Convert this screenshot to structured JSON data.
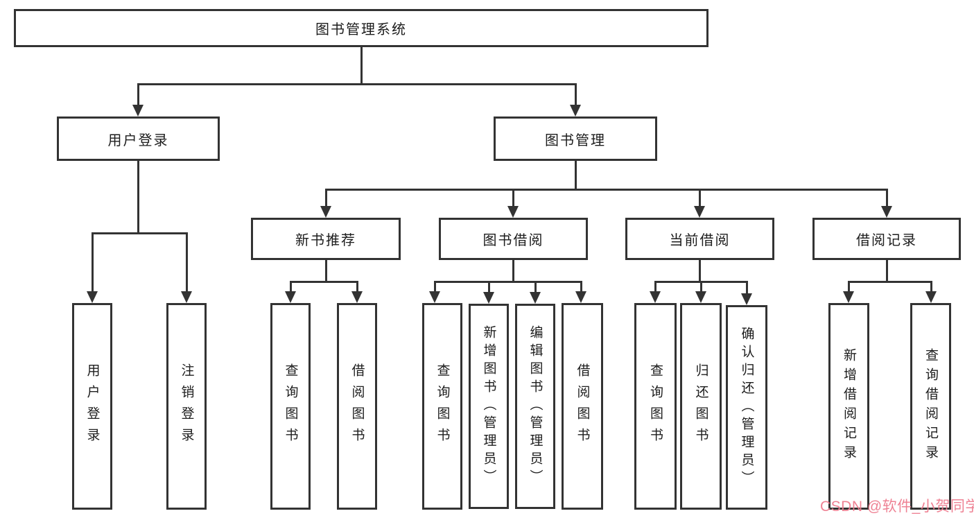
{
  "colors": {
    "line": "#333333",
    "text": "#1c1c1c",
    "watermark": "#ee7b8e",
    "background": "#ffffff"
  },
  "watermark": {
    "text": "CSDN @软件_小贺同学"
  },
  "tree": {
    "root": {
      "label": "图书管理系统"
    },
    "branches": [
      {
        "label": "用户登录",
        "children": [
          {
            "label": "用户登录"
          },
          {
            "label": "注销登录"
          }
        ]
      },
      {
        "label": "图书管理",
        "children": [
          {
            "label": "新书推荐",
            "children": [
              {
                "label": "查询图书"
              },
              {
                "label": "借阅图书"
              }
            ]
          },
          {
            "label": "图书借阅",
            "children": [
              {
                "label": "查询图书"
              },
              {
                "label": "新增图书（管理员）"
              },
              {
                "label": "编辑图书（管理员）"
              },
              {
                "label": "借阅图书"
              }
            ]
          },
          {
            "label": "当前借阅",
            "children": [
              {
                "label": "查询图书"
              },
              {
                "label": "归还图书"
              },
              {
                "label": "确认归还（管理员）"
              }
            ]
          },
          {
            "label": "借阅记录",
            "children": [
              {
                "label": "新增借阅记录"
              },
              {
                "label": "查询借阅记录"
              }
            ]
          }
        ]
      }
    ]
  }
}
